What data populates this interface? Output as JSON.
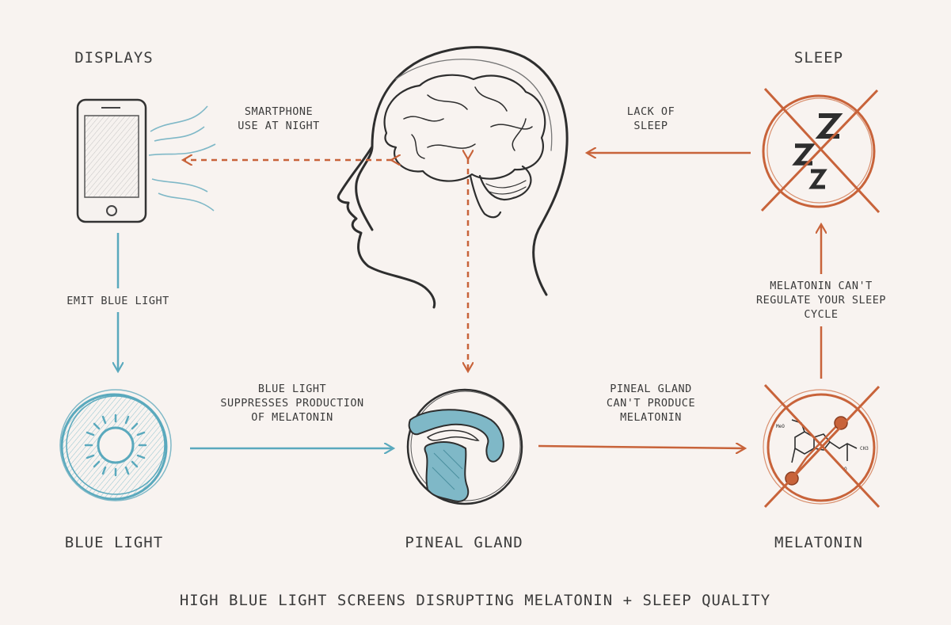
{
  "nodes": {
    "displays": "DISPLAYS",
    "sleep": "SLEEP",
    "blue_light": "BLUE LIGHT",
    "pineal_gland": "PINEAL GLAND",
    "melatonin": "MELATONIN"
  },
  "edges": {
    "smartphone_use": "SMARTPHONE\nUSE AT NIGHT",
    "lack_of_sleep": "LACK OF\nSLEEP",
    "emit_blue_light": "EMIT BLUE LIGHT",
    "suppresses": "BLUE LIGHT\nSUPPRESSES PRODUCTION\nOF MELATONIN",
    "cant_produce": "PINEAL GLAND\nCAN'T PRODUCE\nMELATONIN",
    "cant_regulate": "MELATONIN CAN'T\nREGULATE YOUR SLEEP\nCYCLE"
  },
  "caption": "HIGH BLUE LIGHT SCREENS DISRUPTING MELATONIN + SLEEP QUALITY",
  "colors": {
    "background": "#f8f3f0",
    "blue": "#5aa9bd",
    "orange": "#c8633a",
    "ink": "#3a3a3a"
  },
  "icons": {
    "displays": "smartphone-icon",
    "head": "head-brain-icon",
    "sleep": "zzz-crossed-icon",
    "blue_light": "sun-icon",
    "pineal": "pineal-gland-icon",
    "melatonin": "molecule-crossed-icon"
  }
}
